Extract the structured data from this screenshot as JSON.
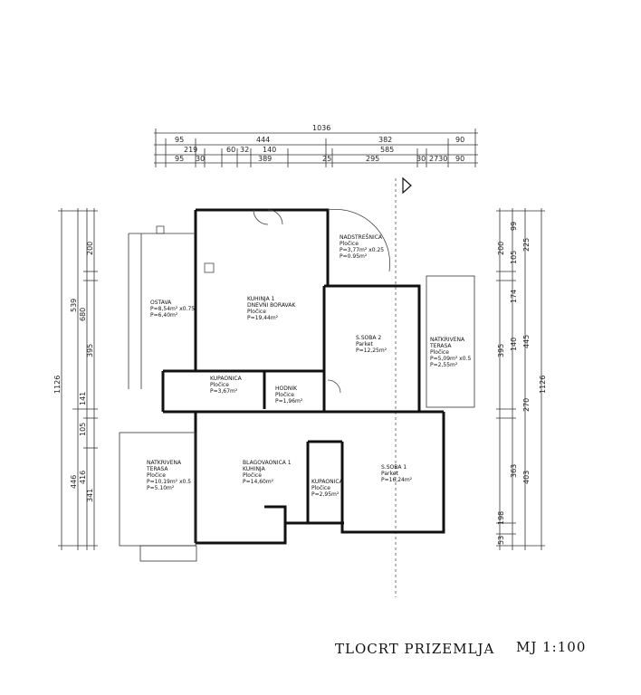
{
  "title": "TLOCRT PRIZEMLJA",
  "scale": "MJ 1:100",
  "dims_top": {
    "row1": [
      "1036"
    ],
    "row2": [
      "95",
      "444",
      "382",
      "90"
    ],
    "row3": [
      "219",
      "60",
      "32",
      "140",
      "585"
    ],
    "row4": [
      "95",
      "30",
      "389",
      "25",
      "295",
      "30",
      "2730",
      "90"
    ]
  },
  "dims_left": {
    "outer": [
      "1126"
    ],
    "mid": [
      "539",
      "446"
    ],
    "inner1": [
      "680",
      "141",
      "105",
      "416"
    ],
    "inner2": [
      "200",
      "395",
      "341"
    ]
  },
  "dims_right": {
    "outer": [
      "1126"
    ],
    "inner1": [
      "99",
      "105",
      "174",
      "140",
      "363"
    ],
    "inner2": [
      "225",
      "445",
      "270",
      "403"
    ],
    "inner3": [
      "200",
      "395",
      "198",
      "53"
    ]
  },
  "rooms": {
    "ostava": {
      "name": "OSTAVA",
      "area1": "P=8,54m² x0.75",
      "area2": "P=6,40m²"
    },
    "kuhinja1": {
      "name1": "KUHINJA 1",
      "name2": "DNEVNI BORAVAK",
      "floor": "Pločice",
      "area": "P=19,44m²"
    },
    "nadstresnica": {
      "name": "NADSTREŠNICA",
      "floor": "Pločice",
      "area1": "P=3,77m² x0.25",
      "area2": "P=0.95m²"
    },
    "soba2": {
      "name": "S.SOBA 2",
      "floor": "Parket",
      "area": "P=12,25m²"
    },
    "terasa_r": {
      "name1": "NATKRIVENA",
      "name2": "TERASA",
      "floor": "Pločice",
      "area1": "P=5,09m² x0.5",
      "area2": "P=2,55m²"
    },
    "kupaonica_top": {
      "name": "KUPAONICA",
      "floor": "Pločice",
      "area": "P=3,67m²"
    },
    "hodnik": {
      "name": "HODNIK",
      "floor": "Pločice",
      "area": "P=1,96m²"
    },
    "terasa_l": {
      "name1": "NATKRIVENA",
      "name2": "TERASA",
      "floor": "Pločice",
      "area1": "P=10,19m² x0.5",
      "area2": "P=5.10m²"
    },
    "blagovaonica": {
      "name1": "BLAGOVAONICA 1",
      "name2": "KUHINJA",
      "floor": "Pločice",
      "area": "P=14,60m²"
    },
    "kupaonica_bot": {
      "name": "KUPAONICA",
      "floor": "Pločice",
      "area": "P=2,95m²"
    },
    "soba1": {
      "name": "S.SOBA 1",
      "floor": "Parket",
      "area": "P=16,24m²"
    }
  }
}
